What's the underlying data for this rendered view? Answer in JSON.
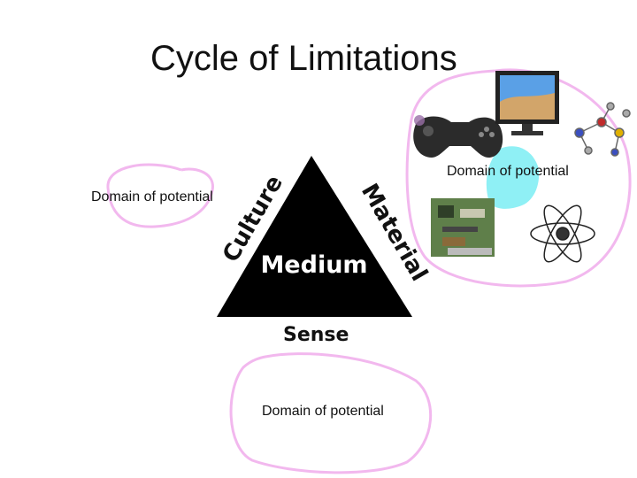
{
  "slide": {
    "title": "Cycle of Limitations",
    "domains": {
      "left": "Domain of potential",
      "right": "Domain of potential",
      "bottom": "Domain of potential"
    },
    "triangle": {
      "center": "Medium",
      "left_side": "Culture",
      "right_side": "Material",
      "bottom_side": "Sense"
    },
    "images": [
      "game-controller-icon",
      "monitor-desert-icon",
      "molecule-icon",
      "circuit-board-icon",
      "atom-icon"
    ],
    "colors": {
      "circle_stroke": "#f2b8ee",
      "triangle_fill": "#000000",
      "cyan_blob": "#8ff0f5"
    }
  }
}
